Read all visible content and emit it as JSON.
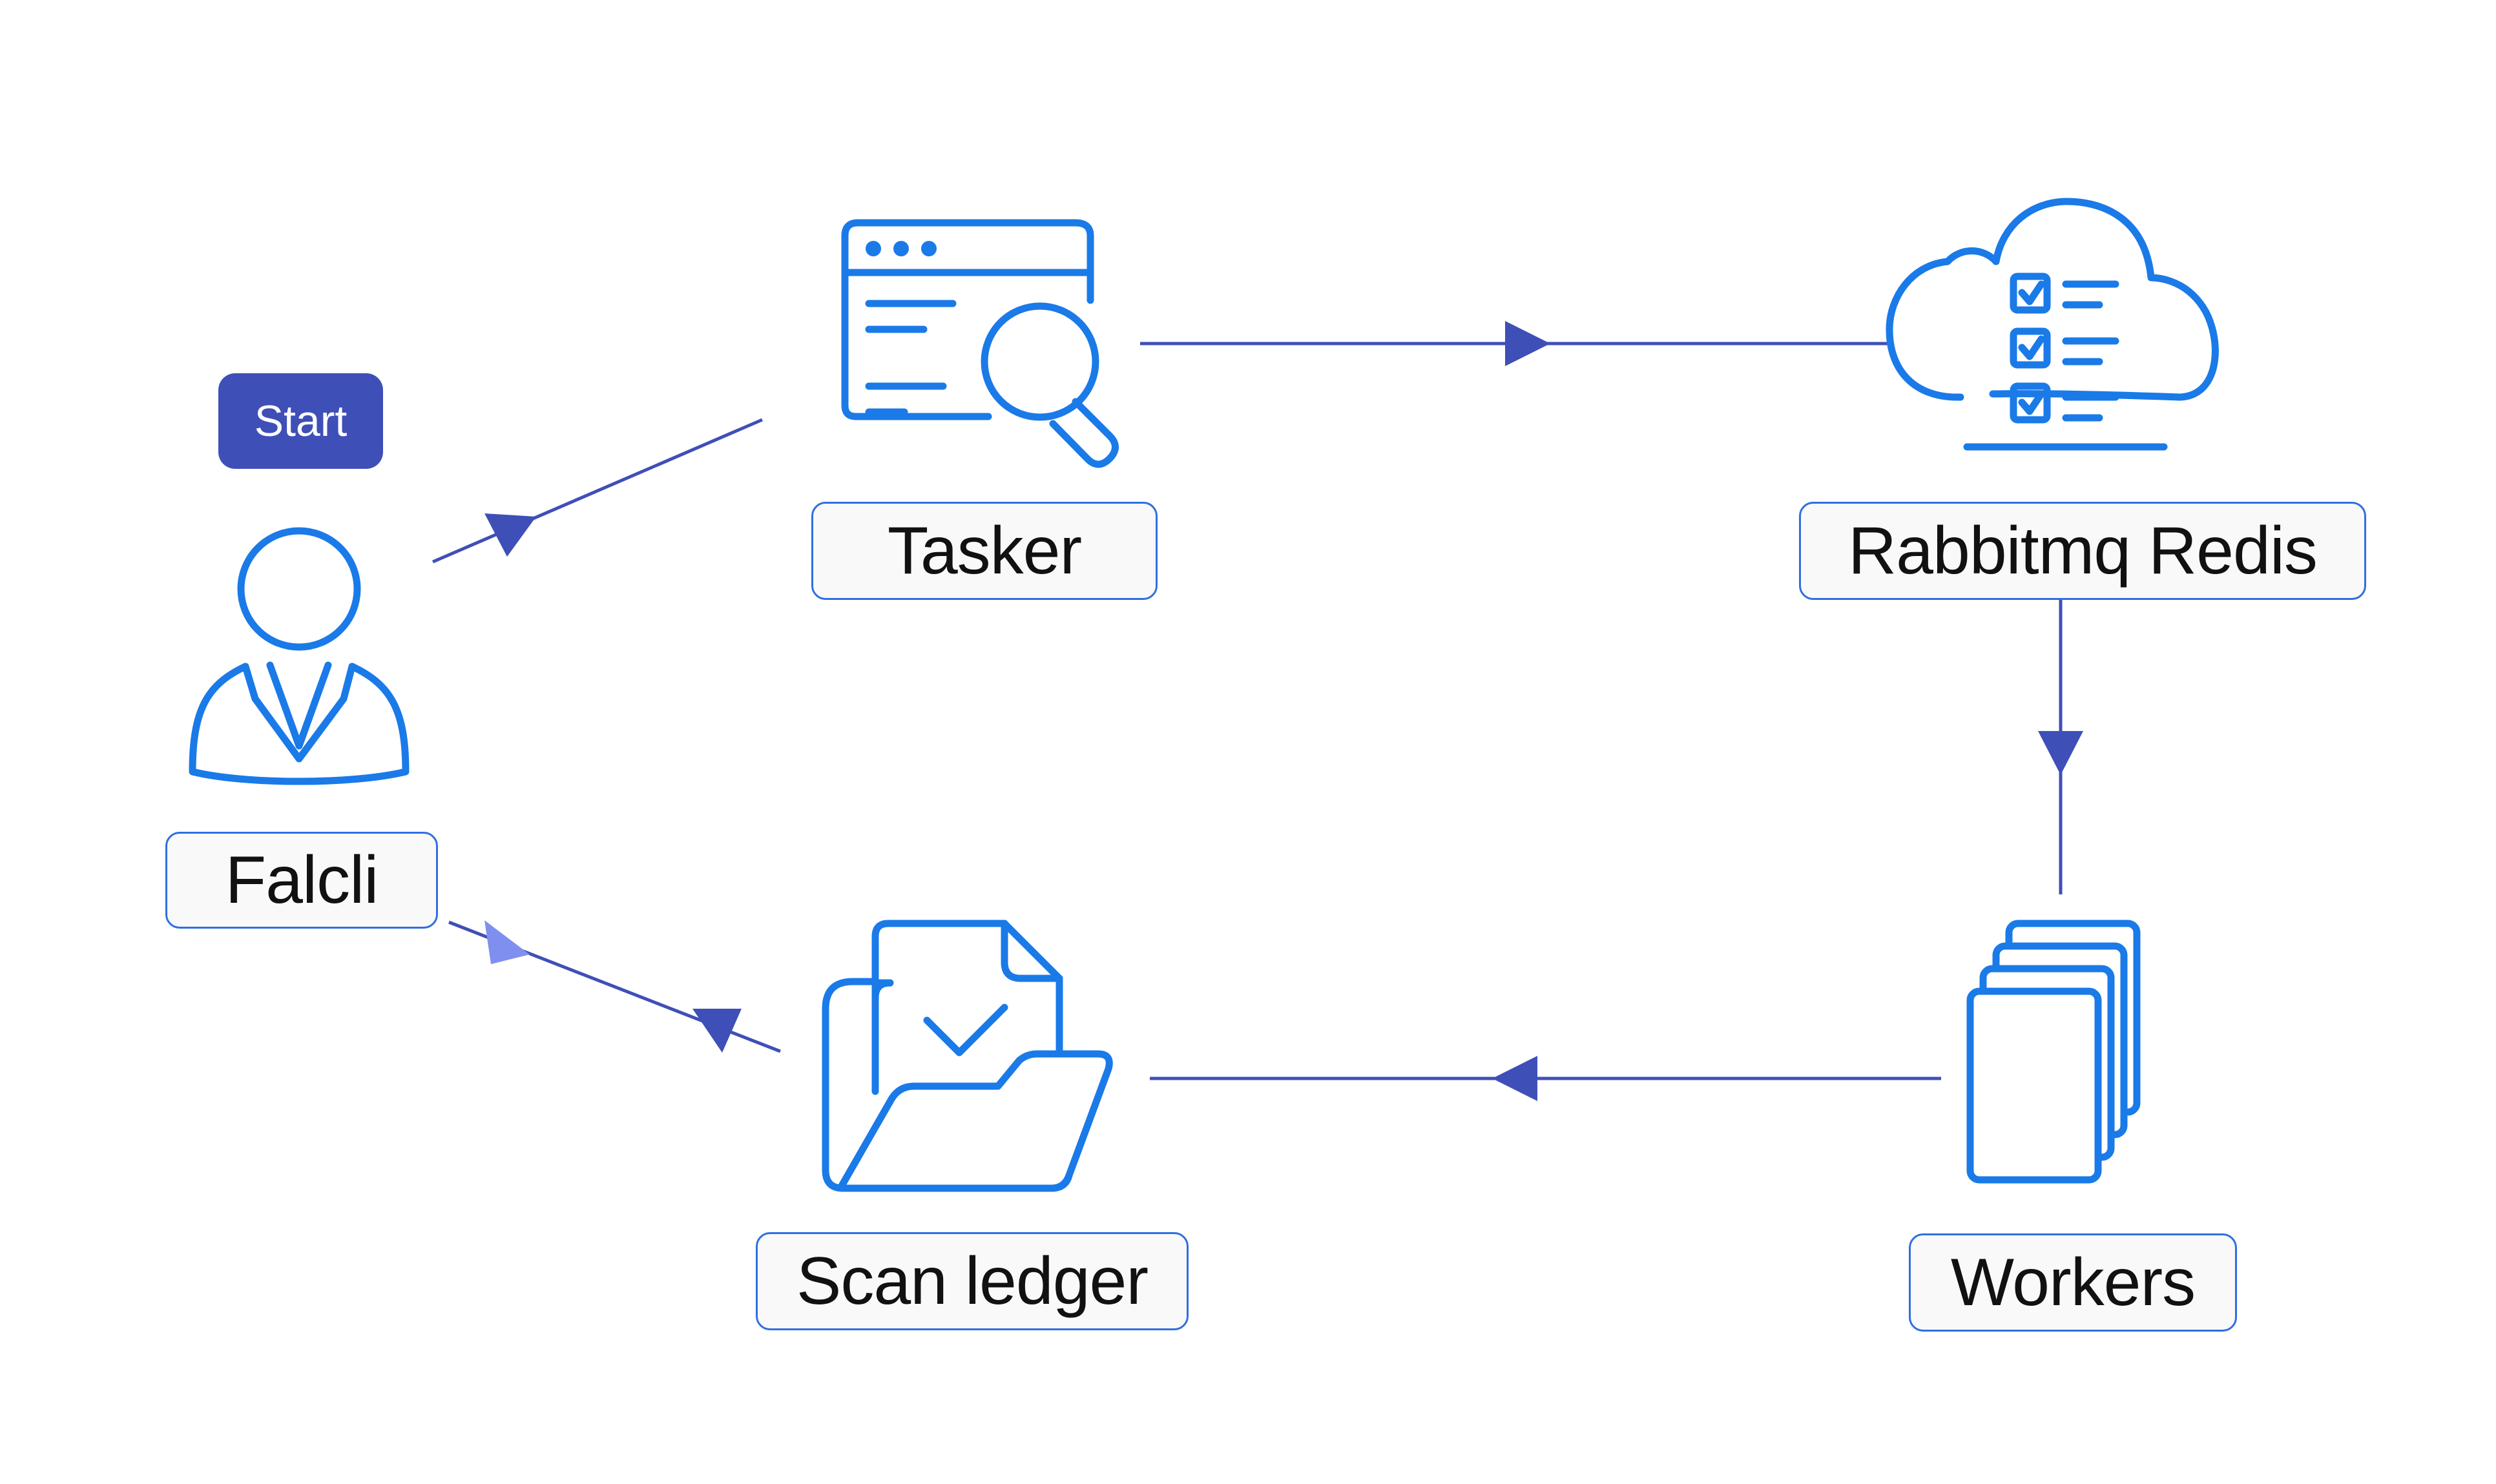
{
  "start": {
    "label": "Start"
  },
  "nodes": {
    "falcli": {
      "label": "Falcli",
      "icon": "user-icon"
    },
    "tasker": {
      "label": "Tasker",
      "icon": "browser-search-icon"
    },
    "queue": {
      "label": "Rabbitmq Redis",
      "icon": "cloud-checklist-icon"
    },
    "workers": {
      "label": "Workers",
      "icon": "stacked-cards-icon"
    },
    "ledger": {
      "label": "Scan ledger",
      "icon": "folder-document-check-icon"
    }
  },
  "colors": {
    "icon": "#1a7ae8",
    "edge": "#3f4fb8",
    "edge_light": "#7f8ff0",
    "label_border": "#2f6fe0",
    "label_fill": "#f9f9fa",
    "start_fill": "#3f4fb8",
    "start_text": "#ffffff"
  }
}
